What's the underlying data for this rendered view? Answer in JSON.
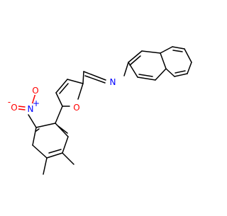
{
  "molecule": {
    "atom_labels": {
      "furan_oxygen": "O",
      "imine_nitrogen": "N",
      "nitro_nitrogen": "N",
      "nitro_plus": "+",
      "nitro_oxygen_double": "O",
      "nitro_oxygen_single": "O",
      "nitro_minus": "-"
    },
    "colors": {
      "bond": "#000000",
      "nitrogen": "#0000ff",
      "oxygen": "#ff0000",
      "background": "#ffffff"
    }
  }
}
